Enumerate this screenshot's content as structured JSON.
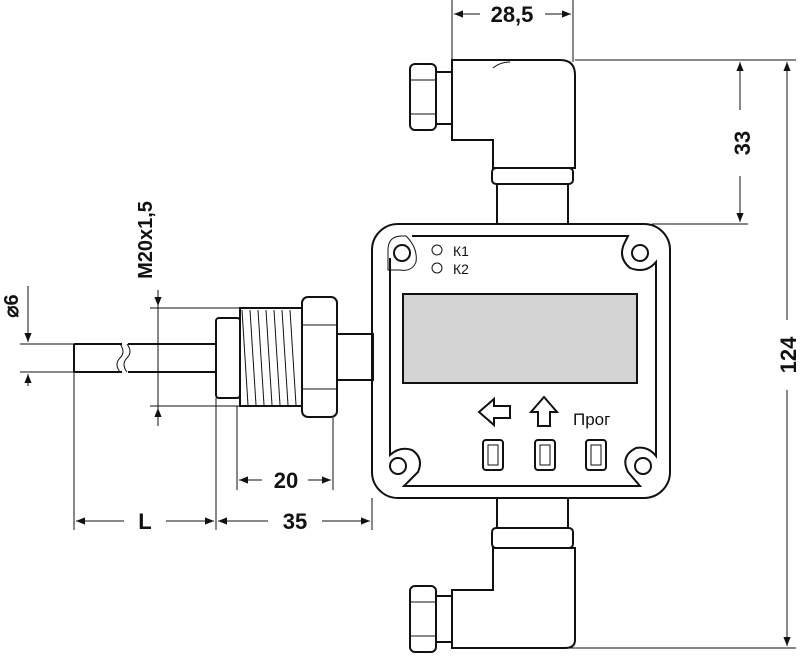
{
  "dimensions": {
    "top_width": "28,5",
    "fitting_height": "33",
    "total_height": "124",
    "probe_diameter": "⌀6",
    "thread_spec": "M20x1,5",
    "thread_length": "20",
    "mount_length": "35",
    "probe_length": "L"
  },
  "panel": {
    "led1_label": "К1",
    "led2_label": "К2",
    "prog_label": "Прог"
  },
  "colors": {
    "line": "#111111",
    "display": "#d4d4d4",
    "body": "#ffffff"
  }
}
